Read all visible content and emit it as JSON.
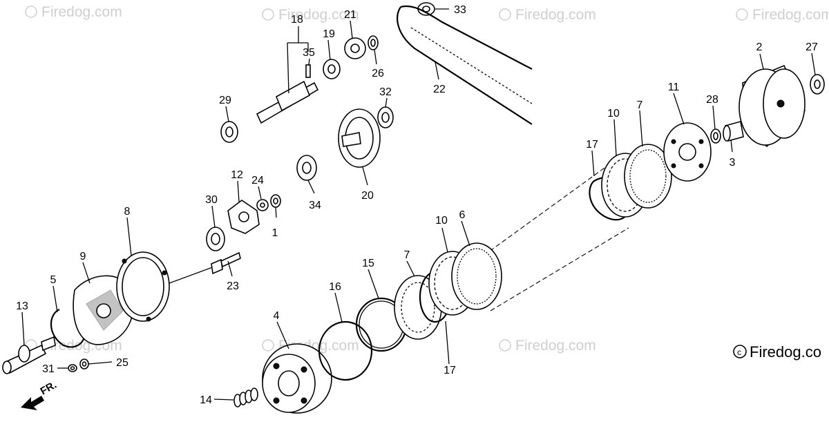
{
  "diagram": {
    "watermark_text": "Firedog.com",
    "copyright_text": "Firedog.co",
    "direction_label": "FR.",
    "callouts": [
      {
        "id": "c1",
        "label": "1"
      },
      {
        "id": "c2",
        "label": "2"
      },
      {
        "id": "c3",
        "label": "3"
      },
      {
        "id": "c4",
        "label": "4"
      },
      {
        "id": "c5",
        "label": "5"
      },
      {
        "id": "c6",
        "label": "6"
      },
      {
        "id": "c7a",
        "label": "7"
      },
      {
        "id": "c7b",
        "label": "7"
      },
      {
        "id": "c8",
        "label": "8"
      },
      {
        "id": "c9",
        "label": "9"
      },
      {
        "id": "c10a",
        "label": "10"
      },
      {
        "id": "c10b",
        "label": "10"
      },
      {
        "id": "c11",
        "label": "11"
      },
      {
        "id": "c12",
        "label": "12"
      },
      {
        "id": "c13",
        "label": "13"
      },
      {
        "id": "c14",
        "label": "14"
      },
      {
        "id": "c15",
        "label": "15"
      },
      {
        "id": "c16",
        "label": "16"
      },
      {
        "id": "c17a",
        "label": "17"
      },
      {
        "id": "c17b",
        "label": "17"
      },
      {
        "id": "c18",
        "label": "18"
      },
      {
        "id": "c19",
        "label": "19"
      },
      {
        "id": "c20",
        "label": "20"
      },
      {
        "id": "c21",
        "label": "21"
      },
      {
        "id": "c22",
        "label": "22"
      },
      {
        "id": "c23",
        "label": "23"
      },
      {
        "id": "c24",
        "label": "24"
      },
      {
        "id": "c25",
        "label": "25"
      },
      {
        "id": "c26",
        "label": "26"
      },
      {
        "id": "c27",
        "label": "27"
      },
      {
        "id": "c28",
        "label": "28"
      },
      {
        "id": "c29",
        "label": "29"
      },
      {
        "id": "c30",
        "label": "30"
      },
      {
        "id": "c31",
        "label": "31"
      },
      {
        "id": "c32",
        "label": "32"
      },
      {
        "id": "c33",
        "label": "33"
      },
      {
        "id": "c34",
        "label": "34"
      },
      {
        "id": "c35",
        "label": "35"
      }
    ]
  }
}
